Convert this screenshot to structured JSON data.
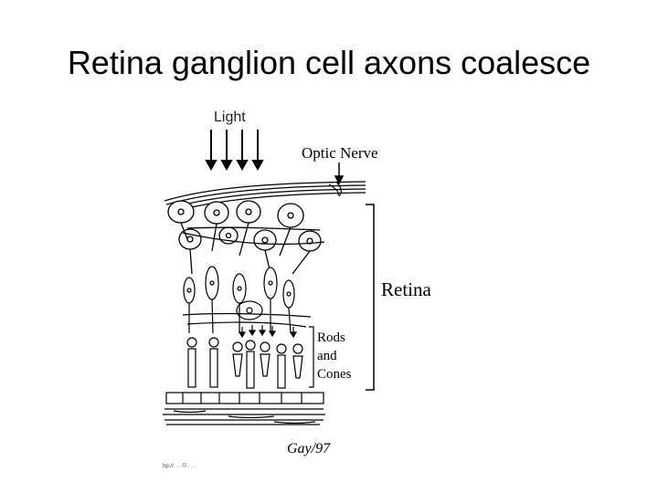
{
  "slide": {
    "title": "Retina ganglion cell axons coalesce"
  },
  "diagram": {
    "labels": {
      "light": "Light",
      "optic_nerve": "Optic Nerve",
      "retina": "Retina",
      "rods_and_cones_line1": "Rods",
      "rods_and_cones_line2": "and",
      "rods_and_cones_line3": "Cones"
    },
    "credit": "hp://. . . © . . .",
    "signature": "Gay/97"
  }
}
